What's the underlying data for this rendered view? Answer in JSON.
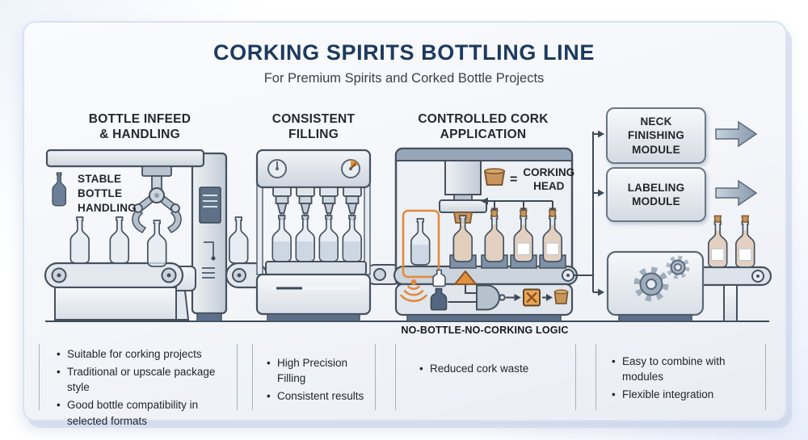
{
  "header": {
    "title": "CORKING SPIRITS BOTTLING LINE",
    "subtitle": "For Premium Spirits and Corked Bottle Projects"
  },
  "sections": {
    "infeed": {
      "heading": "BOTTLE INFEED\n& HANDLING",
      "machine_label": "STABLE\nBOTTLE\nHANDLING"
    },
    "filling": {
      "heading": "CONSISTENT\nFILLING"
    },
    "corking": {
      "heading": "CONTROLLED CORK\nAPPLICATION",
      "equals": "=",
      "corking_head_label": "CORKING\nHEAD",
      "logic_caption": "NO-BOTTLE-NO-CORKING LOGIC"
    }
  },
  "modules": {
    "neck_finishing": "NECK\nFINISHING\nMODULE",
    "labeling": "LABELING\nMODULE"
  },
  "features": {
    "infeed": [
      "Suitable for corking projects",
      "Traditional or upscale package style",
      "Good bottle compatibility in selected formats"
    ],
    "filling": [
      "High Precision Filling",
      "Consistent results"
    ],
    "corking": [
      "Reduced cork waste"
    ],
    "modules": [
      "Easy to combine with modules",
      "Flexible integration"
    ]
  },
  "icons": {
    "bottle": "bottle-silhouette",
    "cork": "cork-trapezoid",
    "corking_press": "press-head",
    "gripper": "claw-gripper",
    "gauge": "dial-gauge",
    "sensor": "signal-arcs",
    "up_arrow": "▲",
    "no_cork_box": "☒",
    "logic_gate": "AND-gate",
    "gear": "⚙",
    "flow_arrow": "→"
  },
  "colors": {
    "title_navy": "#1d3a5e",
    "outline": "#46515f",
    "accent_orange": "#e08a3c",
    "liquid_blue": "#93a7bd",
    "liquid_orange": "#e09140",
    "cork_tan": "#c8965c",
    "machine_gray": "#dfe5ec",
    "card_border": "#d9e2f2"
  }
}
